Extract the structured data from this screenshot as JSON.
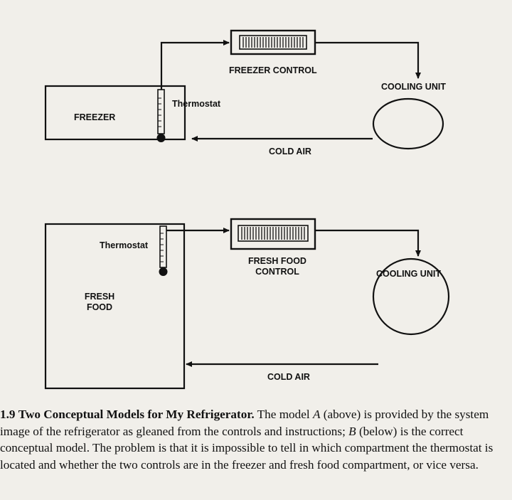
{
  "model_a": {
    "freezer_control": "FREEZER CONTROL",
    "cooling_unit": "COOLING UNIT",
    "thermostat": "Thermostat",
    "freezer": "FREEZER",
    "cold_air": "COLD AIR"
  },
  "model_b": {
    "thermostat": "Thermostat",
    "fresh_food_control_1": "FRESH FOOD",
    "fresh_food_control_2": "CONTROL",
    "cooling_unit": "COOLING UNIT",
    "fresh_food_1": "FRESH",
    "fresh_food_2": "FOOD",
    "cold_air": "COLD AIR"
  },
  "caption": {
    "number": "1.9",
    "title": "Two Conceptual Models for My Refrigerator.",
    "text_1": " The model ",
    "model_a": "A",
    "text_2": " (above) is provided by the system image of the refrigerator as gleaned from the controls and instructions; ",
    "model_b": "B",
    "text_3": " (below) is the correct conceptual model. The problem is that it is impossible to tell in which compartment the thermostat is located and whether the two controls are in the freezer and fresh food compartment, or vice versa."
  },
  "colors": {
    "paper": "#f1efea",
    "ink": "#151515",
    "bleed_through": "#c9c6c0"
  }
}
